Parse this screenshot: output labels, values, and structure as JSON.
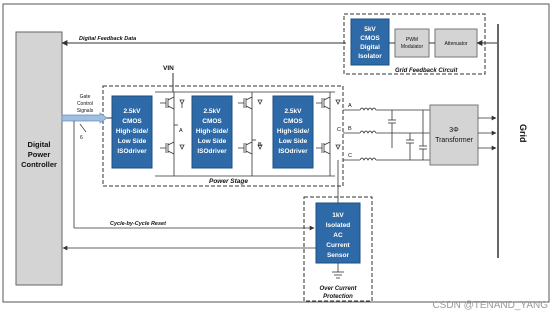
{
  "blocks": {
    "controller": [
      "Digital",
      "Power",
      "Controller"
    ],
    "isolator": [
      "5kV",
      "CMOS",
      "Digital",
      "Isolator"
    ],
    "pwm": [
      "PWM",
      "Modulator"
    ],
    "attenuator": "Attenuator",
    "driver": [
      "2.5kV",
      "CMOS",
      "High-Side/",
      "Low Side",
      "ISOdriver"
    ],
    "sensor": [
      "1kV",
      "Isolated",
      "AC",
      "Current",
      "Sensor"
    ],
    "transformer": [
      "3Φ",
      "Transformer"
    ]
  },
  "labels": {
    "digital_feedback": "Digital Feedback Data",
    "grid_feedback": "Grid Feedback Circuit",
    "vin": "VIN",
    "gate_control": [
      "Gate",
      "Control",
      "Signals"
    ],
    "six": "6",
    "power_stage": "Power Stage",
    "cycle_reset": "Cycle-by-Cycle Reset",
    "over_current": [
      "Over Current",
      "Protection"
    ],
    "grid": "Grid",
    "phase_a": "A",
    "phase_b": "B",
    "phase_c": "C"
  },
  "watermark": "CSDN @TENAND_YANG",
  "colors": {
    "blue_block": "#2f6aa8",
    "gray_block": "#d0d0d0",
    "line": "#333333"
  }
}
